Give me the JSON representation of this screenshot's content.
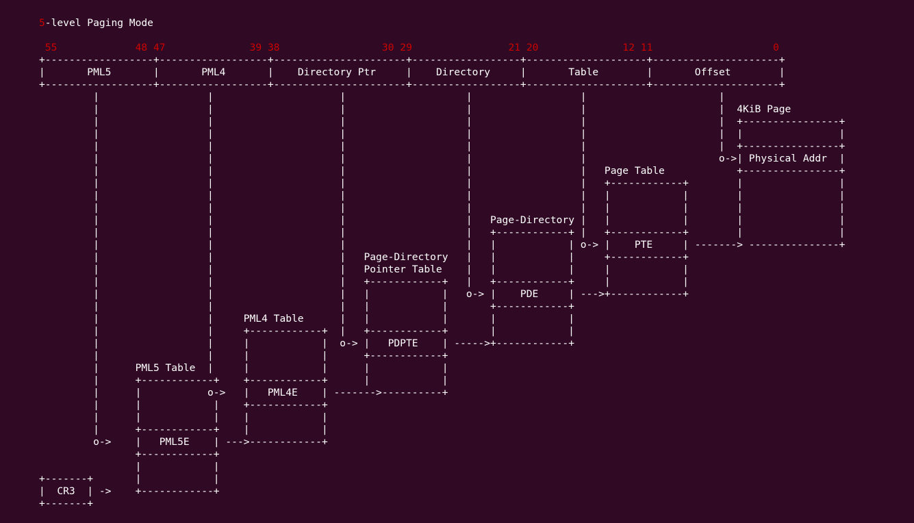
{
  "title": {
    "prefix": "5",
    "rest": "-level Paging Mode"
  },
  "bit_positions": [
    "55",
    "48",
    "47",
    "39",
    "38",
    "30",
    "29",
    "21",
    "20",
    "12",
    "11",
    "0"
  ],
  "address_fields": [
    "PML5",
    "PML4",
    "Directory Ptr",
    "Directory",
    "Table",
    "Offset"
  ],
  "tables": {
    "pml5": {
      "title": "PML5 Table",
      "entry": "PML5E"
    },
    "pml4": {
      "title": "PML4 Table",
      "entry": "PML4E"
    },
    "pdpt": {
      "title_line1": "Page-Directory",
      "title_line2": "Pointer Table",
      "entry": "PDPTE"
    },
    "pd": {
      "title": "Page-Directory",
      "entry": "PDE"
    },
    "pt": {
      "title": "Page Table",
      "entry": "PTE"
    },
    "page": {
      "title": "4KiB Page",
      "entry": "Physical Addr"
    }
  },
  "register": "CR3",
  "colors": {
    "background": "#300a24",
    "foreground": "#ffffff",
    "accent": "#cc0000"
  }
}
